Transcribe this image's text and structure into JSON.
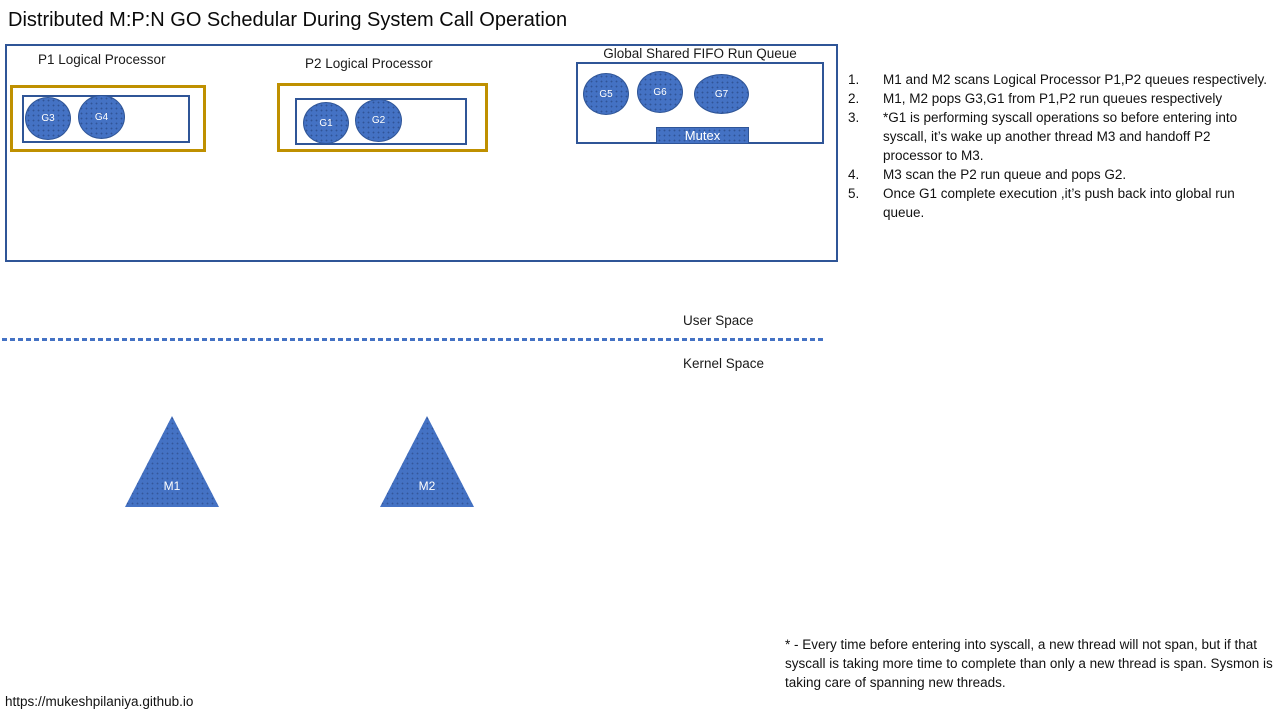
{
  "title": "Distributed M:P:N GO Schedular During System Call Operation",
  "colors": {
    "shape_fill": "#4472C4",
    "shape_border": "#2F5597",
    "gold_border": "#BF9000",
    "divider_blue": "#4472C4",
    "text": "#111111"
  },
  "diagram": {
    "p1": {
      "label": "P1 Logical Processor",
      "goroutines": [
        "G3",
        "G4"
      ]
    },
    "p2": {
      "label": "P2 Logical Processor",
      "goroutines": [
        "G1",
        "G2"
      ]
    },
    "global_queue": {
      "label": "Global Shared FIFO Run Queue",
      "goroutines": [
        "G5",
        "G6",
        "G7"
      ],
      "mutex_label": "Mutex"
    },
    "threads": [
      "M1",
      "M2"
    ],
    "user_space_label": "User Space",
    "kernel_space_label": "Kernel Space"
  },
  "steps": [
    {
      "num": "1.",
      "text": "M1 and M2 scans Logical Processor P1,P2 queues respectively."
    },
    {
      "num": "2.",
      "text": "M1, M2 pops G3,G1  from P1,P2 run queues respectively"
    },
    {
      "num": "3.",
      "text": "*G1 is performing syscall operations so before entering into syscall, it’s wake up another thread M3 and handoff P2 processor to M3."
    },
    {
      "num": "4.",
      "text": "M3 scan the P2 run queue and pops G2."
    },
    {
      "num": "5.",
      "text": "Once G1 complete execution ,it’s push back into global run queue."
    }
  ],
  "footnote": "* - Every time before entering into syscall, a new thread will not span, but if that syscall is taking more time to complete than only a new thread is span. Sysmon is taking care of spanning new threads.",
  "url": "https://mukeshpilaniya.github.io"
}
